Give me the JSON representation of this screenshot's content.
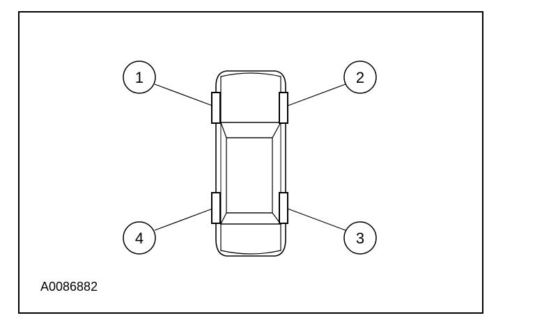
{
  "figure_id": "A0086882",
  "callouts": [
    {
      "label": "1",
      "position": "front-left wheel"
    },
    {
      "label": "2",
      "position": "front-right wheel"
    },
    {
      "label": "3",
      "position": "rear-right wheel"
    },
    {
      "label": "4",
      "position": "rear-left wheel"
    }
  ]
}
